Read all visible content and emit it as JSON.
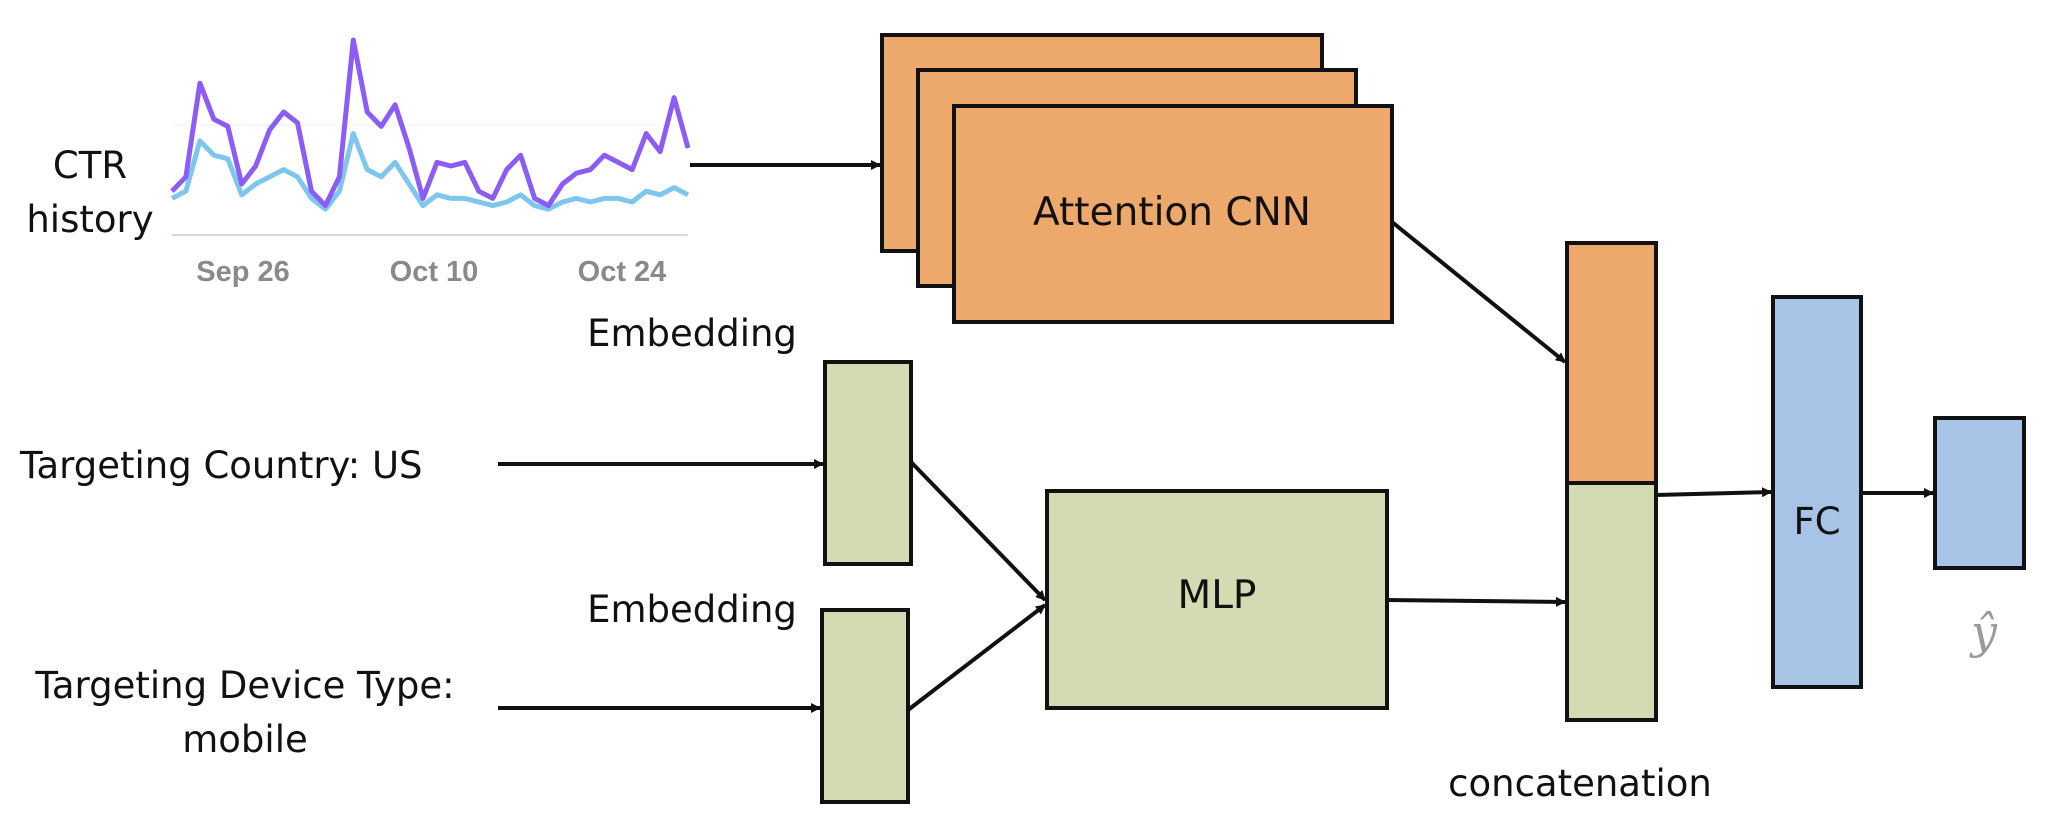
{
  "colors": {
    "orange": "#eda86b",
    "green": "#d3dbb3",
    "blue": "#a7c3e6",
    "purple_series": "#8b5cf6",
    "light_blue_series": "#7ec6ee",
    "stroke": "#111111"
  },
  "inputs": {
    "ctr_line1": "CTR",
    "ctr_line2": "history",
    "country": "Targeting Country: US",
    "device_line1": "Targeting Device Type:",
    "device_line2": "mobile"
  },
  "labels": {
    "embedding_top": "Embedding",
    "embedding_bottom": "Embedding",
    "attention_cnn": "Attention CNN",
    "mlp": "MLP",
    "fc": "FC",
    "concatenation": "concatenation",
    "output": "ŷ"
  },
  "chart_data": {
    "type": "line",
    "x_ticks": [
      "Sep 26",
      "Oct 10",
      "Oct 24"
    ],
    "series": [
      {
        "values": [
          8,
          12,
          38,
          28,
          26,
          10,
          15,
          25,
          30,
          27,
          8,
          4,
          12,
          50,
          30,
          26,
          32,
          20,
          6,
          16,
          15,
          16,
          8,
          6,
          14,
          18,
          6,
          4,
          10,
          13,
          14,
          18,
          16,
          14,
          24,
          19,
          34,
          20
        ]
      },
      {
        "values": [
          6,
          8,
          22,
          18,
          17,
          7,
          10,
          12,
          14,
          12,
          6,
          3,
          8,
          24,
          14,
          12,
          16,
          10,
          4,
          7,
          6,
          6,
          5,
          4,
          5,
          7,
          4,
          3,
          5,
          6,
          5,
          6,
          6,
          5,
          8,
          7,
          9,
          7
        ]
      }
    ]
  }
}
